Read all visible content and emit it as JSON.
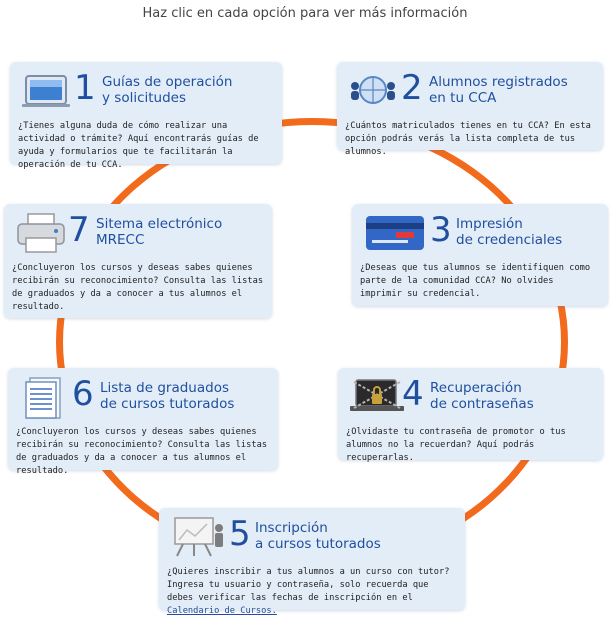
{
  "header": {
    "text": "Haz clic en cada opción para ver más información"
  },
  "cards": [
    {
      "number": "1",
      "title": "Guías de operación\ny solicitudes",
      "description": "¿Tienes alguna duda de cómo realizar una actividad o trámite? Aquí encontrarás guías de ayuda y formularios que te facilitarán la operación de tu CCA.",
      "icon": "monitor-icon"
    },
    {
      "number": "2",
      "title": "Alumnos registrados\nen tu CCA",
      "description": "¿Cuántos matriculados tienes en tu CCA? En esta opción podrás verás la lista completa de tus alumnos.",
      "icon": "people-globe-icon"
    },
    {
      "number": "3",
      "title": "Impresión\nde credenciales",
      "description": "¿Deseas que tus alumnos se identifiquen como parte de la comunidad CCA? No olvides imprimir su credencial.",
      "icon": "credit-card-icon"
    },
    {
      "number": "4",
      "title": "Recuperación\nde contraseñas",
      "description": "¿Olvidaste tu contraseña de promotor o tus alumnos no la recuerdan? Aquí podrás recuperarlas.",
      "icon": "locked-laptop-icon"
    },
    {
      "number": "5",
      "title": "Inscripción\na cursos tutorados",
      "description_pre": "¿Quieres inscribir a tus alumnos a un curso con tutor? Ingresa tu usuario y contraseña, solo recuerda que debes verificar las fechas de inscripción en el ",
      "link_text": "Calendario de Cursos.",
      "icon": "presentation-board-icon"
    },
    {
      "number": "6",
      "title": "Lista de graduados\nde cursos tutorados",
      "description": "¿Concluyeron los cursos y deseas sabes quienes recibirán su reconocimiento? Consulta las listas de graduados y da a conocer a tus alumnos el resultado.",
      "icon": "document-list-icon"
    },
    {
      "number": "7",
      "title": "Sitema electrónico\nMRECC",
      "description": "¿Concluyeron los cursos y deseas sabes quienes recibirán su reconocimiento? Consulta las listas de graduados y da a conocer a tus alumnos el resultado.",
      "icon": "printer-icon"
    }
  ],
  "colors": {
    "ring": "#f26b1d",
    "card_bg": "#e3edf8",
    "title": "#1f4f9e"
  }
}
